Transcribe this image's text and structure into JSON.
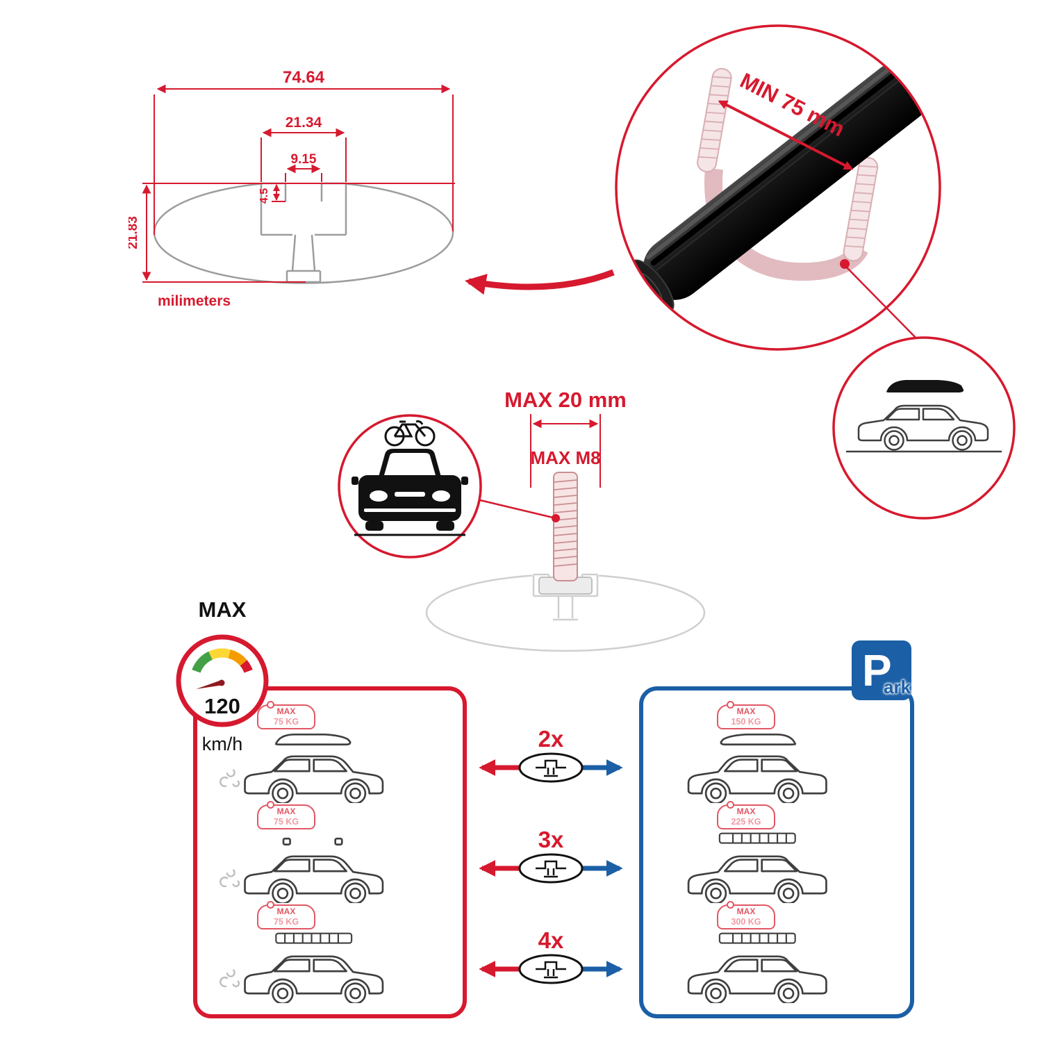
{
  "colors": {
    "accent_red": "#d6192e",
    "accent_blue": "#1b5fa6",
    "tag_pink": "#e25764",
    "line_gray": "#9c9c9c"
  },
  "dimension_diagram": {
    "width_total": "74.64",
    "width_channel": "21.34",
    "width_opening": "9.15",
    "lip_height": "4.5",
    "height_total": "21.83",
    "units": "milimeters"
  },
  "bar_detail": {
    "min_span": "MIN 75 mm"
  },
  "bolt_detail": {
    "max_width": "MAX 20 mm",
    "max_thread": "MAX M8"
  },
  "speed_limit": {
    "label": "MAX",
    "value": "120",
    "units": "km/h"
  },
  "park_sign": {
    "initial": "P",
    "rest": "ark"
  },
  "carrying": {
    "multipliers": [
      "2x",
      "3x",
      "4x"
    ],
    "left_cars": [
      {
        "max": "MAX",
        "weight": "75 KG"
      },
      {
        "max": "MAX",
        "weight": "75 KG"
      },
      {
        "max": "MAX",
        "weight": "75 KG"
      }
    ],
    "right_cars": [
      {
        "max": "MAX",
        "weight": "150 KG"
      },
      {
        "max": "MAX",
        "weight": "225 KG"
      },
      {
        "max": "MAX",
        "weight": "300 KG"
      }
    ]
  },
  "icons": {
    "cross_section": "crossbar-profile-cross-section",
    "crossbar_3d": "black-aluminum-crossbar",
    "u_bolt": "u-bolt-clamp",
    "suv_roofbox": "suv-with-roof-box",
    "car_bike": "car-front-with-bike",
    "t_bolt": "t-slot-bolt",
    "speed_gauge": "speedometer",
    "park": "parking-sign",
    "oval_bar": "crossbar-oval-section"
  }
}
